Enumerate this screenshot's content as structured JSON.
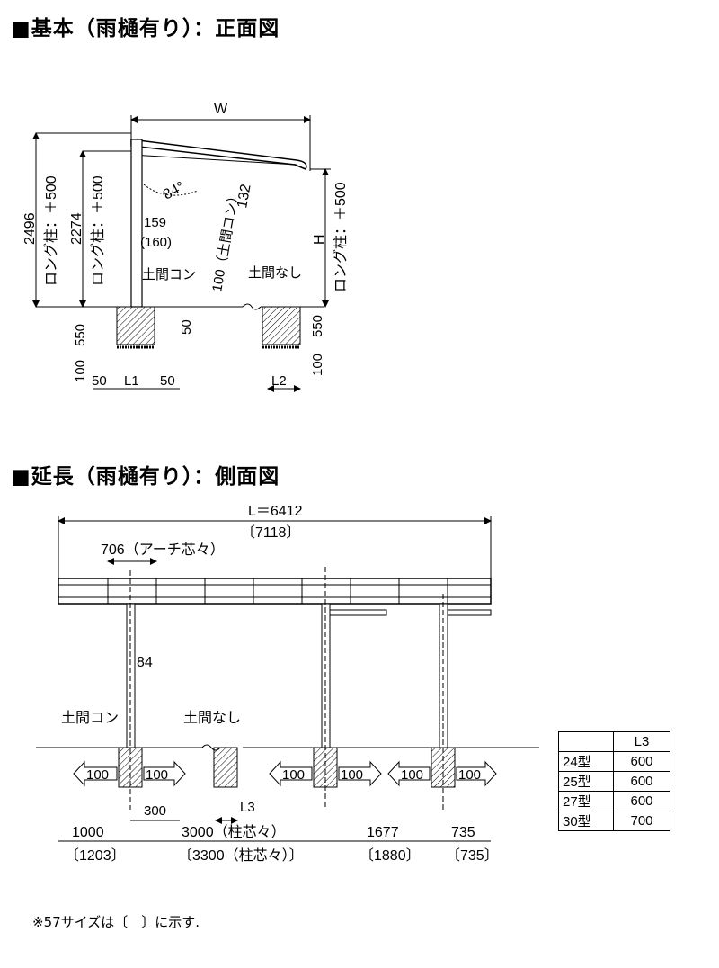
{
  "titles": {
    "front": "■基本（雨樋有り）：正面図",
    "side": "■延長（雨樋有り）：側面図"
  },
  "front": {
    "w": "W",
    "h": "H",
    "total_height": "2496",
    "post_height": "2274",
    "long_post_left": "ロング柱：＋500",
    "long_post_mid": "ロング柱：＋500",
    "long_post_right": "ロング柱：＋500",
    "angle": "84°",
    "gutter": "132",
    "post_size": "159",
    "post_size_alt": "(160)",
    "doma_con": "土間コン",
    "doma_con_depth": "100（土間コン）",
    "doma_nashi": "土間なし",
    "offset_50": "50",
    "found_550_left": "550",
    "found_550_right": "550",
    "found_100_left": "100",
    "found_100_right": "100",
    "l1_left_50": "50",
    "l1": "L1",
    "l1_right_50": "50",
    "l2": "L2"
  },
  "side": {
    "length": "L＝6412",
    "length_alt": "〔7118〕",
    "arch_pitch": "706（アーチ芯々）",
    "post_84": "84",
    "doma_con": "土間コン",
    "doma_nashi": "土間なし",
    "d100_a": "100",
    "d100_b": "100",
    "d100_c": "100",
    "d100_d": "100",
    "d100_e": "100",
    "d100_f": "100",
    "d300": "300",
    "l3": "L3",
    "dim_1000": "1000",
    "dim_1000_alt": "〔1203〕",
    "dim_3000": "3000（柱芯々）",
    "dim_3000_alt": "〔3300（柱芯々）〕",
    "dim_1677": "1677",
    "dim_1677_alt": "〔1880〕",
    "dim_735": "735",
    "dim_735_alt": "〔735〕"
  },
  "table": {
    "header": "L3",
    "rows": [
      {
        "type": "24型",
        "value": "600"
      },
      {
        "type": "25型",
        "value": "600"
      },
      {
        "type": "27型",
        "value": "600"
      },
      {
        "type": "30型",
        "value": "700"
      }
    ]
  },
  "note": "※57サイズは〔　〕に示す."
}
